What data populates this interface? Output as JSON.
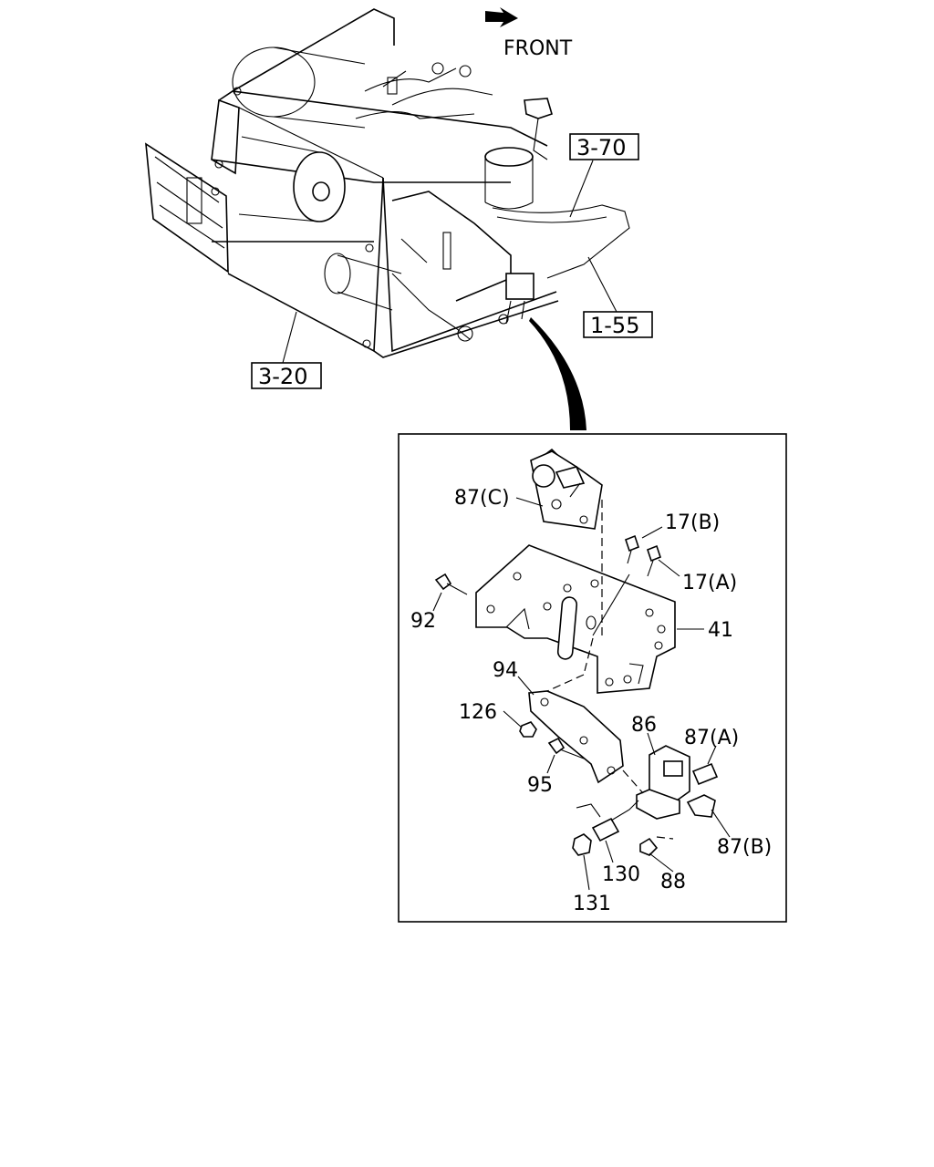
{
  "front_label": "FRONT",
  "references": {
    "r1": "3-70",
    "r2": "1-55",
    "r3": "3-20"
  },
  "callouts": {
    "c87c": "87(C)",
    "c17b": "17(B)",
    "c17a": "17(A)",
    "c92": "92",
    "c41": "41",
    "c94": "94",
    "c126": "126",
    "c86": "86",
    "c87a": "87(A)",
    "c95": "95",
    "c87b": "87(B)",
    "c130": "130",
    "c88": "88",
    "c131": "131"
  },
  "icons": {
    "front_arrow": "front-arrow-icon"
  }
}
